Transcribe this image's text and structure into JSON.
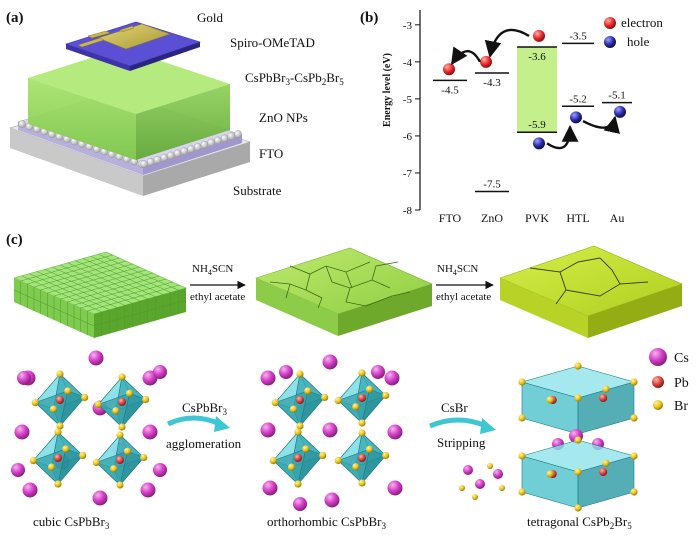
{
  "panel_a": {
    "letter": "(a)",
    "layers": {
      "gold": "Gold",
      "spiro": "Spiro-OMeTAD",
      "perovskite_main": "CsPbBr",
      "perovskite_sub1": "3",
      "perovskite_mid": "-CsPb",
      "perovskite_sub2": "2",
      "perovskite_mid2": "Br",
      "perovskite_sub3": "5",
      "zno": "ZnO NPs",
      "fto": "FTO",
      "substrate": "Substrate"
    }
  },
  "panel_b": {
    "letter": "(b)",
    "legend": {
      "electron": "electron",
      "hole": "hole"
    },
    "colors": {
      "electron": "#e8262b",
      "hole": "#2a2aa8",
      "pvk_fill": "#c5ef8a"
    }
  },
  "chart_data": {
    "type": "energy-level diagram",
    "ylabel": "Energy level (eV)",
    "ylim": [
      -8,
      -2.6
    ],
    "yticks": [
      -3,
      -4,
      -5,
      -6,
      -7,
      -8
    ],
    "categories": [
      "FTO",
      "ZnO",
      "PVK",
      "HTL",
      "Au"
    ],
    "levels": [
      {
        "layer": "FTO",
        "value": -4.5,
        "label": "-4.5"
      },
      {
        "layer": "ZnO",
        "value": -4.3,
        "label": "-4.3"
      },
      {
        "layer": "ZnO",
        "value": -7.5,
        "label": "-7.5"
      },
      {
        "layer": "PVK",
        "value": -3.6,
        "label": "-3.6"
      },
      {
        "layer": "PVK",
        "value": -5.9,
        "label": "-5.9"
      },
      {
        "layer": "HTL",
        "value": -3.5,
        "label": "-3.5"
      },
      {
        "layer": "HTL",
        "value": -5.2,
        "label": "-5.2"
      },
      {
        "layer": "Au",
        "value": -5.1,
        "label": "-5.1"
      }
    ]
  },
  "panel_c": {
    "letter": "(c)",
    "arrow1": {
      "reagent_main": "NH",
      "reagent_sub1": "4",
      "reagent_rest": "SCN",
      "solvent": "ethyl acetate"
    },
    "arrow2": {
      "reagent_main": "NH",
      "reagent_sub1": "4",
      "reagent_rest": "SCN",
      "solvent": "ethyl acetate"
    },
    "arrow3": {
      "top_main": "CsPbBr",
      "top_sub": "3",
      "bottom": "agglomeration"
    },
    "arrow4": {
      "top": "CsBr",
      "bottom": "Stripping"
    },
    "captions": {
      "cubic_main": "cubic CsPbBr",
      "cubic_sub": "3",
      "ortho_main": "orthorhombic CsPbBr",
      "ortho_sub": "3",
      "tetra_main": "tetragonal CsPb",
      "tetra_sub1": "2",
      "tetra_mid": "Br",
      "tetra_sub2": "5"
    },
    "atom_legend": {
      "cs": "Cs",
      "pb": "Pb",
      "br": "Br"
    },
    "colors": {
      "cs": "#d43fc8",
      "pb": "#d9413b",
      "br": "#e8c21a",
      "octahedron": "#3fb8c4"
    }
  }
}
